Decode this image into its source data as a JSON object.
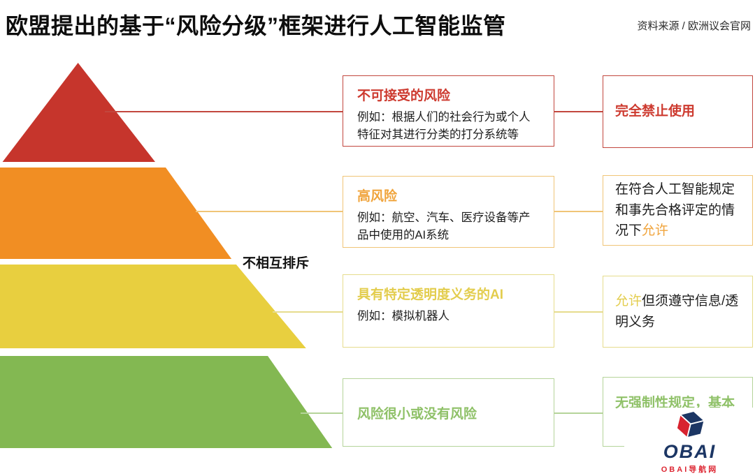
{
  "title": "欧盟提出的基于“风险分级”框架进行人工智能监管",
  "source": "资料来源 / 欧洲议会官网",
  "pyramid": {
    "note": "不相互排斥",
    "shape": "4-level risk pyramid, left edge cropped at image border"
  },
  "levels": [
    {
      "name": "unacceptable-risk",
      "title": "不可接受的风险",
      "example": "例如：根据人们的社会行为或个人特征对其进行分类的打分系统等",
      "rule_prefix": "",
      "rule_highlight": "完全禁止使用",
      "rule_suffix": "",
      "colors": {
        "band": "#c6352c",
        "accent": "#cd3a2f",
        "border": "#c2473e"
      }
    },
    {
      "name": "high-risk",
      "title": "高风险",
      "example": "例如：航空、汽车、医疗设备等产品中使用的AI系统",
      "rule_prefix": "在符合人工智能规定和事先合格评定的情况下",
      "rule_highlight": "允许",
      "rule_suffix": "",
      "colors": {
        "band": "#f18e23",
        "accent": "#f0a43c",
        "border": "#f0c577"
      }
    },
    {
      "name": "limited-risk-transparency-obligations",
      "title": "具有特定透明度义务的AI",
      "example": "例如：模拟机器人",
      "rule_prefix": "",
      "rule_highlight": "允许",
      "rule_suffix": "但须遵守信息/透明义务",
      "colors": {
        "band": "#e8cf3f",
        "accent": "#e3cd4e",
        "border": "#e6dc8d"
      }
    },
    {
      "name": "minimal-or-no-risk",
      "title": "风险很小或没有风险",
      "example": "",
      "rule_prefix": "",
      "rule_highlight": "无强制性规定，基本",
      "rule_suffix": "",
      "colors": {
        "band": "#83b852",
        "accent": "#8fc168",
        "border": "#b5d49a"
      }
    }
  ],
  "logo": {
    "text": "OBAI",
    "subtext": "OBAI导航网",
    "colors": {
      "navy": "#1c3664",
      "red": "#d8232f"
    }
  }
}
